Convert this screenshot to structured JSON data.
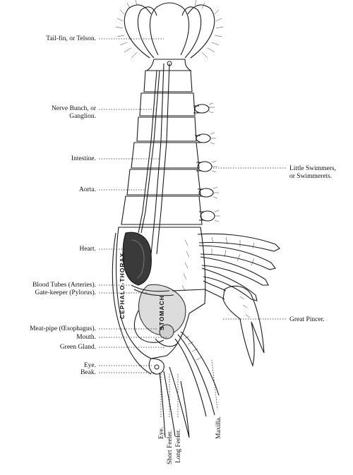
{
  "diagram": {
    "labels_left": {
      "tail_fin": "Tail-fin, or Telson.",
      "nerve_bunch_1": "Nerve Bunch, or",
      "nerve_bunch_2": "Ganglion.",
      "intestine": "Intestine.",
      "aorta": "Aorta.",
      "heart": "Heart.",
      "blood_tubes": "Blood Tubes (Arteries).",
      "gate_keeper": "Gate-keeper (Pylorus).",
      "meat_pipe": "Meat-pipe (Œsophagus).",
      "mouth": "Mouth.",
      "green_gland": "Green Gland.",
      "eye": "Eye.",
      "beak": "Beak."
    },
    "labels_right": {
      "little_swimmers_1": "Little Swimmers,",
      "little_swimmers_2": "or Swimmerets.",
      "great_pincer": "Great Pincer."
    },
    "labels_bottom": {
      "eye": "Eye.",
      "short_feeler": "Short Feeler.",
      "long_feeler": "Long Feeler.",
      "maxilla": "Maxilla."
    },
    "inner_labels": {
      "cephalothorax": "CEPHALO-THORAX",
      "stomach": "STOMACH"
    }
  }
}
